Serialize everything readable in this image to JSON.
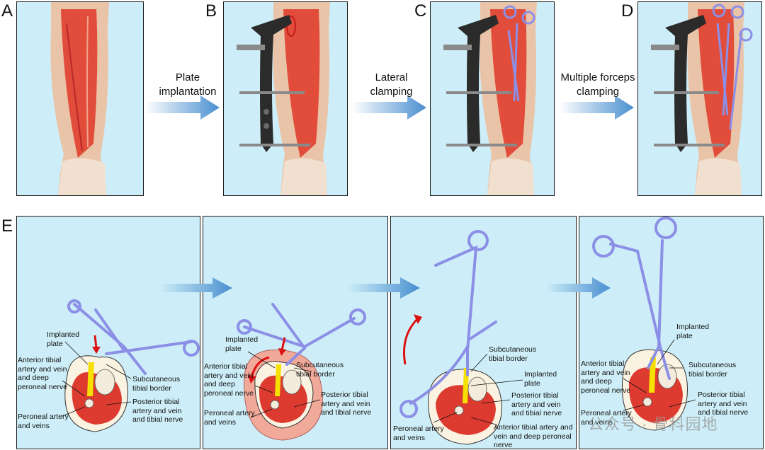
{
  "panel_labels": [
    "A",
    "B",
    "C",
    "D",
    "E"
  ],
  "steps": {
    "b": [
      "Plate",
      "implantation"
    ],
    "c": [
      "Lateral",
      "clamping"
    ],
    "d": [
      "Multiple forceps",
      "clamping"
    ]
  },
  "e1": {
    "implanted": [
      "Implanted",
      "plate"
    ],
    "anterior": [
      "Anterior tibial",
      "artery and vein",
      "and deep",
      "peroneal nerve"
    ],
    "subcutaneous": [
      "Subcutaneous",
      "tibial border"
    ],
    "peroneal": [
      "Peroneal artery",
      "and veins"
    ],
    "posterior": [
      "Posterior tibial",
      "artery and vein",
      "and tibial nerve"
    ]
  },
  "e2": {
    "implanted": [
      "Implanted",
      "plate"
    ],
    "anterior": [
      "Anterior tibial",
      "artery and vein",
      "and deep",
      "peroneal nerve"
    ],
    "subcutaneous": [
      "Subcutaneous",
      "tibial border"
    ],
    "peroneal": [
      "Peroneal artery",
      "and veins"
    ],
    "posterior": [
      "Posterior tibial",
      "artery and vein",
      "and tibial nerve"
    ]
  },
  "e3": {
    "subcutaneous": [
      "Subcutaneous",
      "tibial border"
    ],
    "implanted": [
      "Implanted",
      "plate"
    ],
    "posterior": [
      "Posterior tibial",
      "artery and vein",
      "and tibial nerve"
    ],
    "peroneal": [
      "Peroneal artery",
      "and veins"
    ],
    "anterior": [
      "Anterior tibial artery and",
      "vein and deep peroneal",
      "nerve"
    ]
  },
  "e4": {
    "implanted": [
      "Implanted",
      "plate"
    ],
    "anterior": [
      "Anterior tibial",
      "artery and vein",
      "and deep",
      "peroneal nerve"
    ],
    "subcutaneous": [
      "Subcutaneous",
      "tibial border"
    ],
    "peroneal": [
      "Peroneal artery",
      "and veins"
    ],
    "posterior": [
      "Posterior tibial",
      "artery and vein",
      "and tibial nerve"
    ]
  },
  "watermark": "公众号 · 骨科园地",
  "colors": {
    "panel_bg": "#cdeef8",
    "muscle": "#e0402e",
    "forceps": "#8c8fe6",
    "plate": "#2b2b2b",
    "arrow": "#4a8fd0"
  }
}
